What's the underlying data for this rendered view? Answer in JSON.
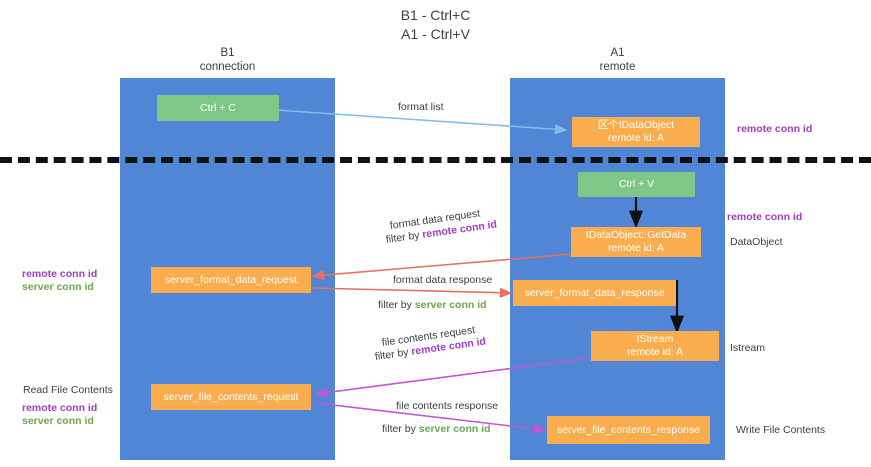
{
  "title": {
    "line1": "B1 - Ctrl+C",
    "line2": "A1 - Ctrl+V"
  },
  "lanes": [
    {
      "name": "B1",
      "role": "connection"
    },
    {
      "name": "A1",
      "role": "remote"
    }
  ],
  "colors": {
    "lane": "#5185d6",
    "green_node": "#7ec786",
    "orange_node": "#f9ad4e",
    "remote_conn_id": "#a23cc4",
    "server_conn_id": "#6aa84f",
    "arrow_blue": "#7fbfe8",
    "arrow_red": "#e8705f",
    "arrow_magenta": "#c056d4",
    "arrow_black": "#111111",
    "text": "#3c4043"
  },
  "nodes": {
    "ctrl_c": {
      "line1": "Ctrl + C"
    },
    "idataobject_top": {
      "line1": "区个IDataObject",
      "line2": "remote id: A"
    },
    "ctrl_v": {
      "line1": "Ctrl + V"
    },
    "getdata": {
      "line1": "IDataObject::GetData",
      "line2": "remote id: A"
    },
    "server_format_data_request": {
      "line1": "server_format_data_request"
    },
    "server_format_data_response": {
      "line1": "server_format_data_response"
    },
    "istream": {
      "line1": "IStream",
      "line2": "remote id: A"
    },
    "server_file_contents_request": {
      "line1": "server_file_contents_request"
    },
    "server_file_contents_response": {
      "line1": "server_file_contents_response"
    }
  },
  "edge_labels": {
    "format_list": "format list",
    "format_data_request": "format data request",
    "format_data_request_filter_prefix": "filter by ",
    "format_data_request_filter_key": "remote conn id",
    "format_data_response": "format data response",
    "format_data_response_filter_prefix": "filter by ",
    "format_data_response_filter_key": "server conn id",
    "file_contents_request": "file contents request",
    "file_contents_request_filter_prefix": "filter by ",
    "file_contents_request_filter_key": "remote conn id",
    "file_contents_response": "file contents response",
    "file_contents_response_filter_prefix": "filter by ",
    "file_contents_response_filter_key": "server conn id"
  },
  "annotations": {
    "right_remote_conn_id_top": "remote conn id",
    "right_remote_conn_id_mid": "remote conn id",
    "right_dataobject": "DataObject",
    "right_istream": "Istream",
    "right_write_file_contents": "Write File Contents",
    "left_remote_conn_id_mid": "remote conn id",
    "left_server_conn_id_mid": "server conn id",
    "left_read_file_contents": "Read File Contents",
    "left_remote_conn_id_bottom": "remote conn id",
    "left_server_conn_id_bottom": "server conn id"
  }
}
